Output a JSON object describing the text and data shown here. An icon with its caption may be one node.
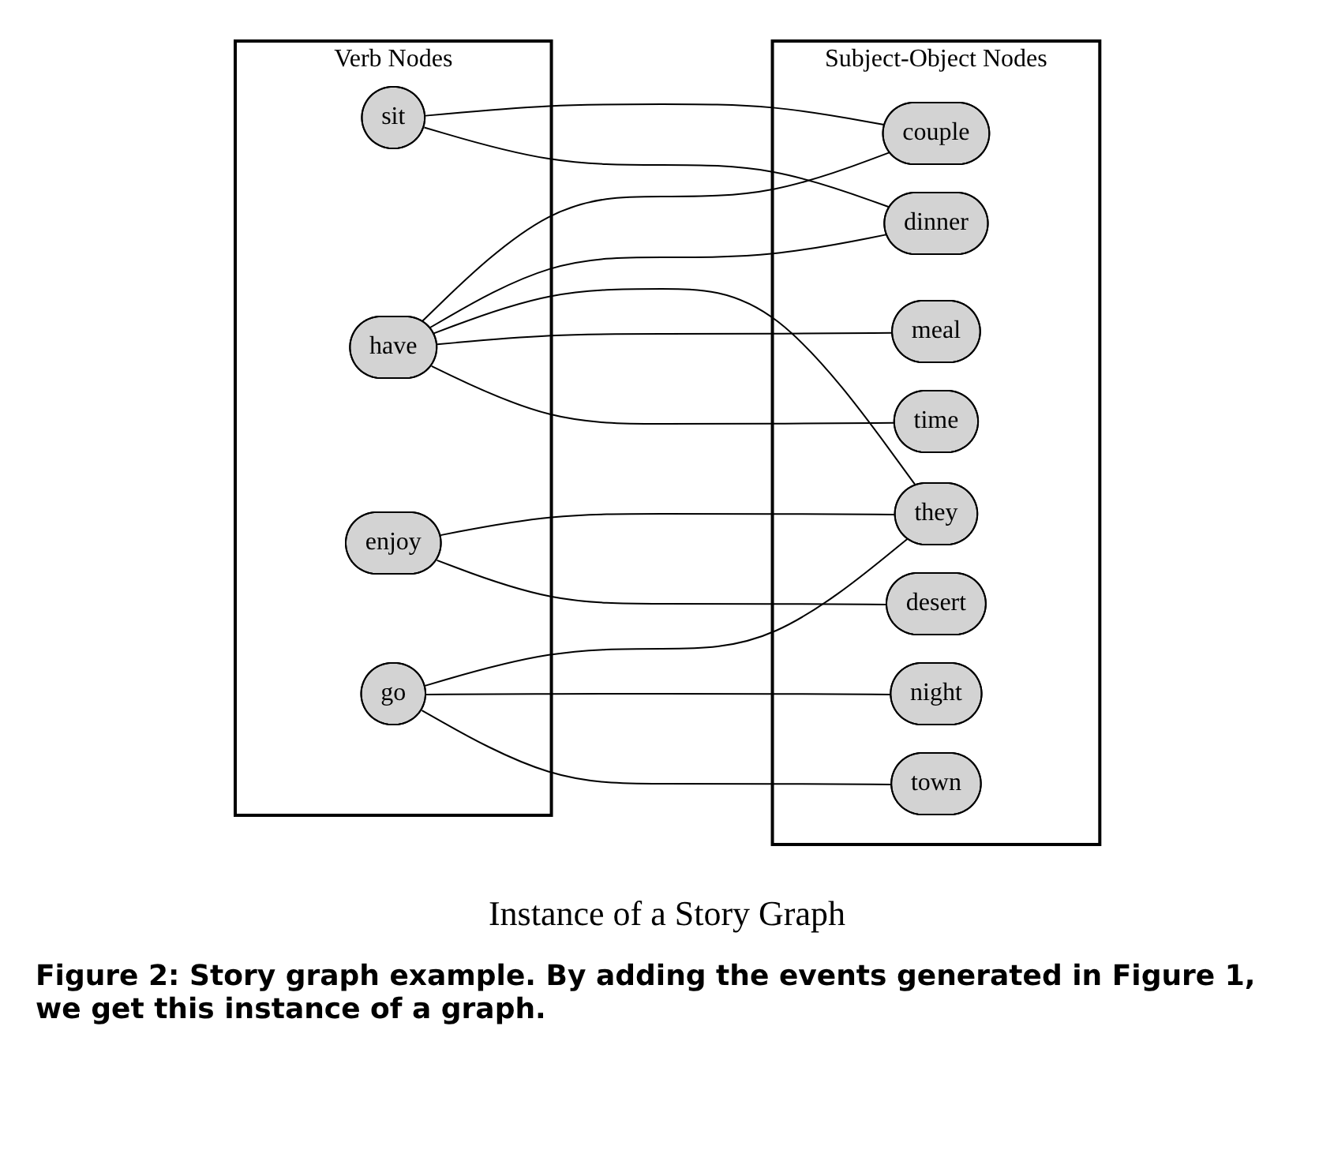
{
  "diagram": {
    "title": "Instance of a Story Graph",
    "caption": "Figure 2: Story graph example. By adding the events generated in Figure 1, we get this instance of a graph.",
    "nodes": [
      {
        "text": [
          "Verb Nodes"
        ]
      },
      {
        "text": [
          "sit"
        ],
        "in": 0
      },
      {
        "text": [
          "have"
        ],
        "in": 0
      },
      {
        "text": [
          "enjoy"
        ],
        "in": 0
      },
      {
        "text": [
          "go"
        ],
        "in": 0
      },
      {
        "text": [
          "Subject-Object Nodes"
        ]
      },
      {
        "text": [
          "couple"
        ],
        "in": 5
      },
      {
        "text": [
          "dinner"
        ],
        "in": 5
      },
      {
        "text": [
          "they"
        ],
        "in": 5
      },
      {
        "text": [
          "meal"
        ],
        "in": 5
      },
      {
        "text": [
          "time"
        ],
        "in": 5
      },
      {
        "text": [
          "desert"
        ],
        "in": 5
      },
      {
        "text": [
          "night"
        ],
        "in": 5
      },
      {
        "text": [
          "town"
        ],
        "in": 5
      }
    ],
    "edges": [
      {
        "from": 1,
        "to": 6,
        "arrow": "none"
      },
      {
        "from": 1,
        "to": 7,
        "arrow": "none"
      },
      {
        "from": 2,
        "to": 6,
        "arrow": "none"
      },
      {
        "from": 2,
        "to": 7,
        "arrow": "none"
      },
      {
        "from": 2,
        "to": 8,
        "arrow": "none"
      },
      {
        "from": 2,
        "to": 9,
        "arrow": "none"
      },
      {
        "from": 2,
        "to": 10,
        "arrow": "none"
      },
      {
        "from": 3,
        "to": 8,
        "arrow": "none"
      },
      {
        "from": 3,
        "to": 11,
        "arrow": "none"
      },
      {
        "from": 4,
        "to": 8,
        "arrow": "none"
      },
      {
        "from": 4,
        "to": 12,
        "arrow": "none"
      },
      {
        "from": 4,
        "to": 13,
        "arrow": "none"
      }
    ]
  }
}
